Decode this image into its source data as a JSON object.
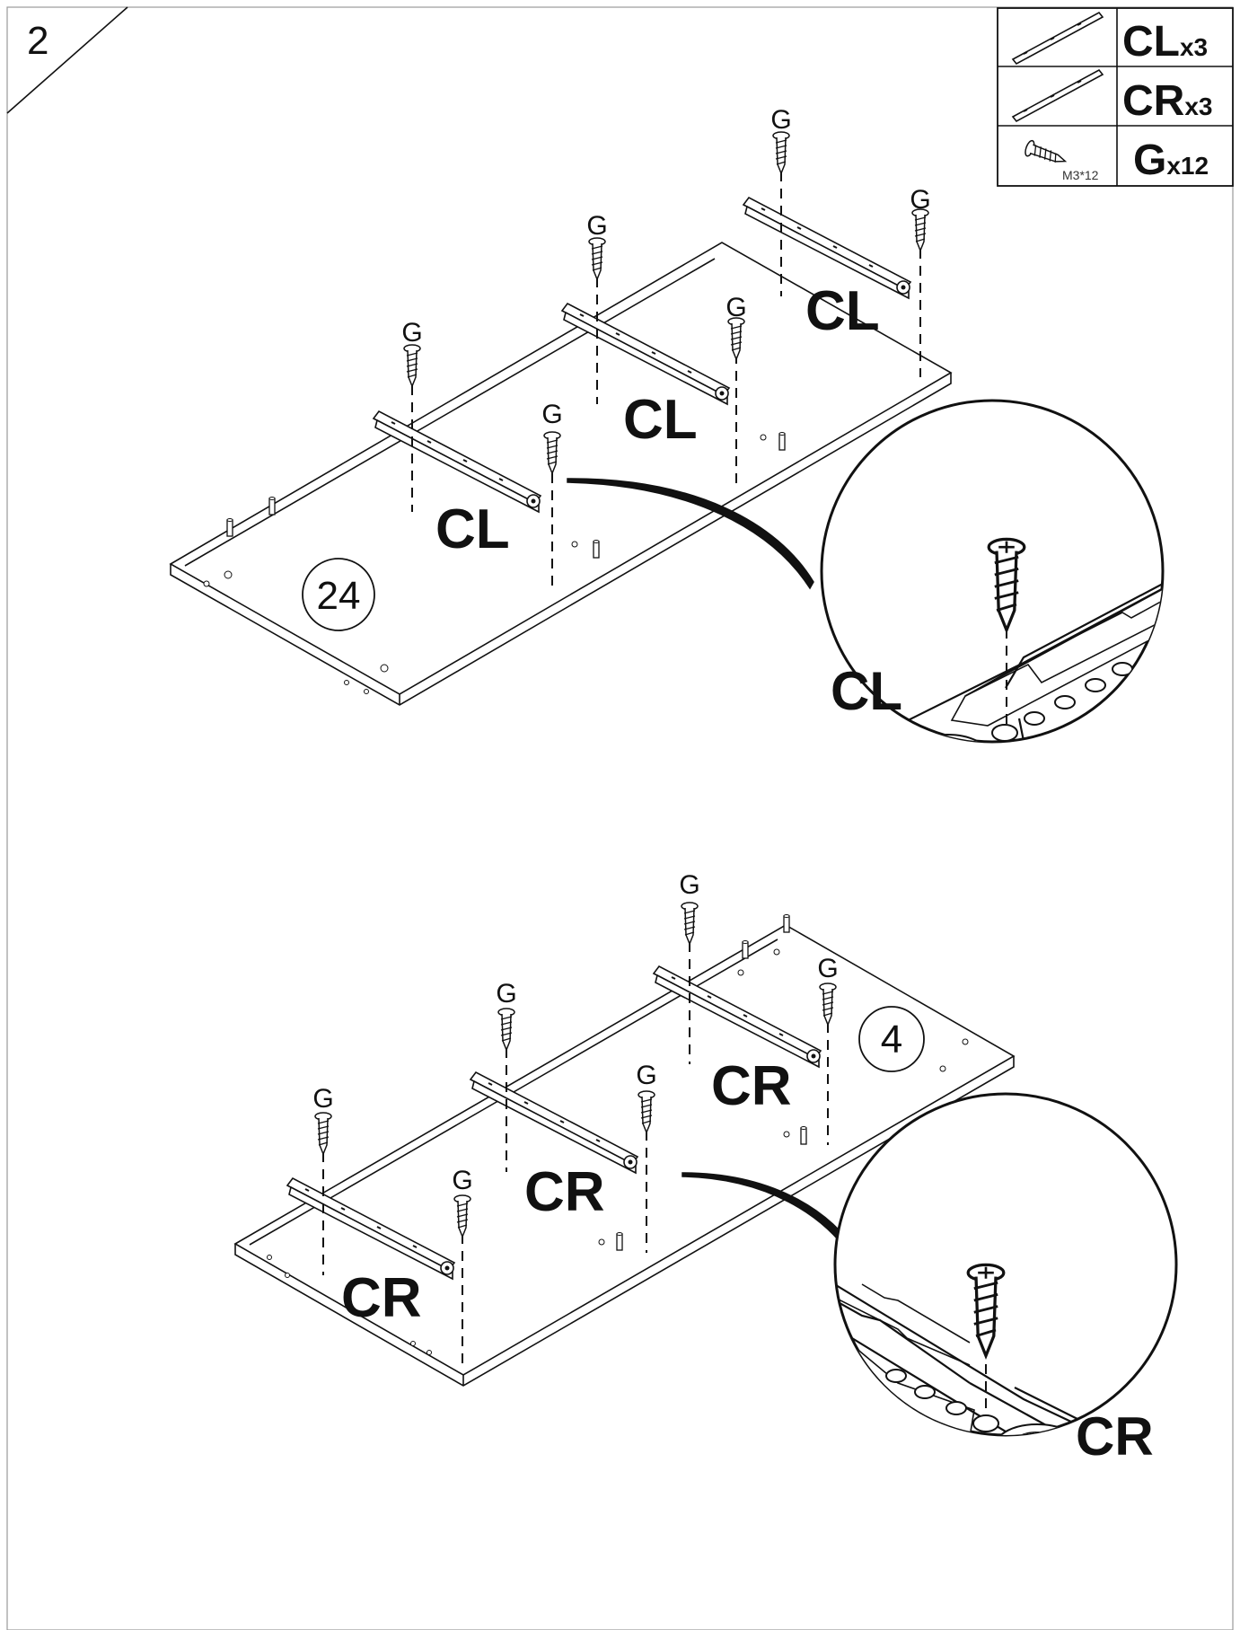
{
  "step": {
    "number": "2"
  },
  "parts_table": [
    {
      "code": "CL",
      "qty": "x3",
      "icon": "drawer-runner-left-icon"
    },
    {
      "code": "CR",
      "qty": "x3",
      "icon": "drawer-runner-right-icon"
    },
    {
      "code": "G",
      "qty": "x12",
      "icon": "screw-icon",
      "size": "M3*12"
    }
  ],
  "screw_label": "G",
  "top_assembly": {
    "panel": "24",
    "runner_label": "CL",
    "zoom_label": "CL"
  },
  "bottom_assembly": {
    "panel": "4",
    "runner_label": "CR",
    "zoom_label": "CR"
  },
  "colors": {
    "line": "#111111",
    "background": "#ffffff"
  }
}
